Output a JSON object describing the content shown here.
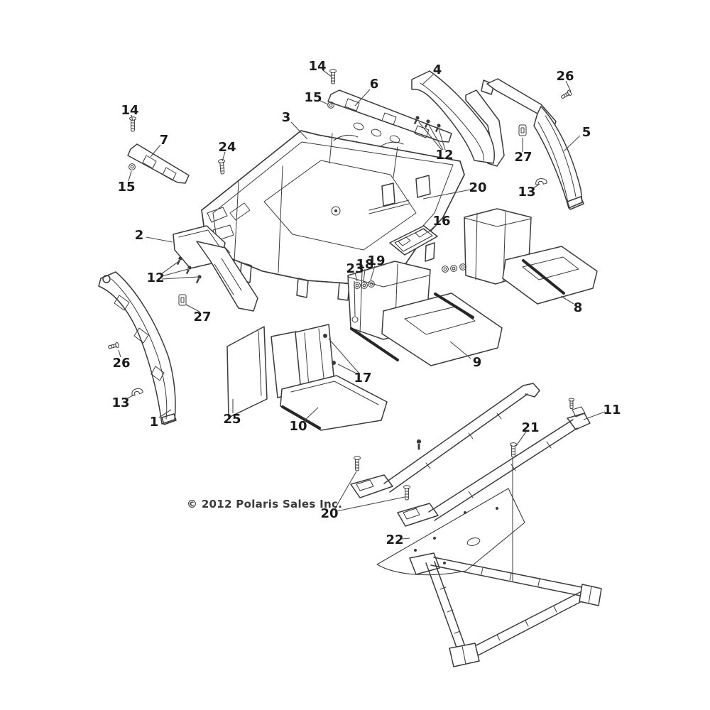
{
  "colors": {
    "background": "#ffffff",
    "line": "#3b3b3b",
    "dark_edge": "#262626",
    "label": "#1b1b1b",
    "leader": "#4a4a4a",
    "copyright_text": "#3a3a3a"
  },
  "copyright": "© 2012 Polaris Sales Inc.",
  "callouts": [
    "14",
    "6",
    "15",
    "3",
    "4",
    "26",
    "12",
    "27",
    "5",
    "13",
    "20",
    "16",
    "14",
    "7",
    "24",
    "15",
    "2",
    "12",
    "27",
    "26",
    "13",
    "1",
    "25",
    "10",
    "17",
    "23",
    "18",
    "19",
    "8",
    "9",
    "21",
    "11",
    "20",
    "22"
  ]
}
